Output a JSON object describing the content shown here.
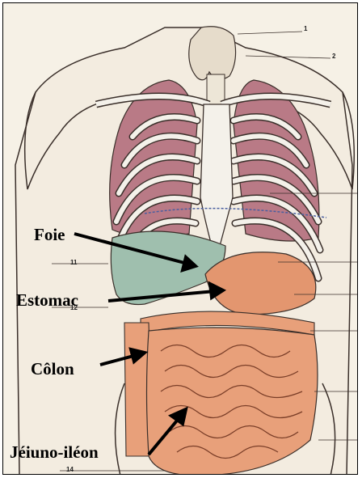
{
  "labels": {
    "foie": "Foie",
    "estomac": "Estomac",
    "colon": "Côlon",
    "jejuno": "Jéiuno-iléon"
  },
  "numbers": {
    "n1": "1",
    "n2": "2",
    "n11": "11",
    "n12": "12",
    "n14": "14"
  },
  "colors": {
    "lung": "#b97a86",
    "liver": "#9fbfae",
    "stomach": "#e3966f",
    "intestine": "#e8a07a",
    "bone": "#f4f1ea",
    "outline": "#3a2f2a"
  }
}
